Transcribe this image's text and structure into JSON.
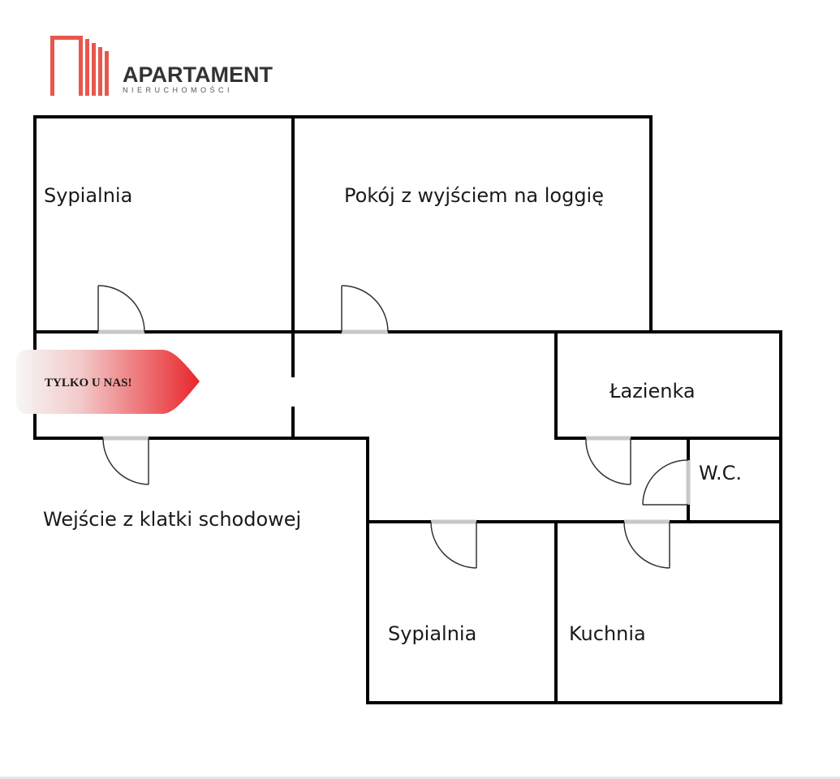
{
  "logo": {
    "name": "APARTAMENT",
    "subtitle": "NIERUCHOMOŚCI",
    "color": "#e8574c"
  },
  "badge": {
    "text": "TYLKO U NAS!",
    "color_start": "#f6f6f6",
    "color_end": "#e8262b"
  },
  "rooms": {
    "bedroom_1": "Sypialnia",
    "living_room": "Pokój z wyjściem na loggię",
    "bathroom": "Łazienka",
    "wc": "W.C.",
    "entrance": "Wejście z klatki schodowej",
    "bedroom_2": "Sypialnia",
    "kitchen": "Kuchnia"
  }
}
